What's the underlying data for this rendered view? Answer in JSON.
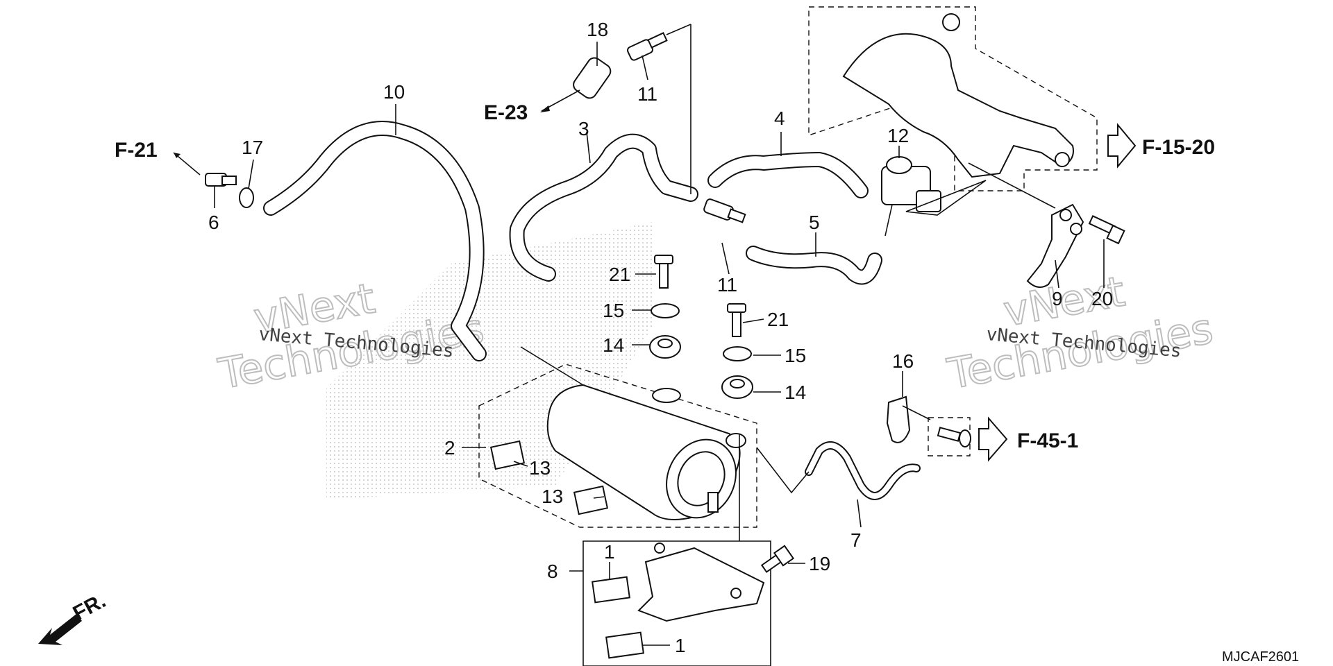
{
  "callouts": {
    "c1a": "1",
    "c1b": "1",
    "c2": "2",
    "c3": "3",
    "c4": "4",
    "c5": "5",
    "c6": "6",
    "c7": "7",
    "c8": "8",
    "c9": "9",
    "c10": "10",
    "c11a": "11",
    "c11b": "11",
    "c12": "12",
    "c13a": "13",
    "c13b": "13",
    "c14a": "14",
    "c14b": "14",
    "c15a": "15",
    "c15b": "15",
    "c16": "16",
    "c17": "17",
    "c18": "18",
    "c19": "19",
    "c20": "20",
    "c21a": "21",
    "c21b": "21"
  },
  "references": {
    "f21": "F-21",
    "e23": "E-23",
    "f1520": "F-15-20",
    "f451": "F-45-1"
  },
  "front_label": "FR.",
  "diagram_code": "MJCAF2601",
  "watermarks": {
    "mono": "vNext Technologies",
    "outline_top": "vNext",
    "outline_bottom": "Technologies"
  },
  "colors": {
    "ink": "#111111",
    "watermark": "#bdbdbd"
  }
}
